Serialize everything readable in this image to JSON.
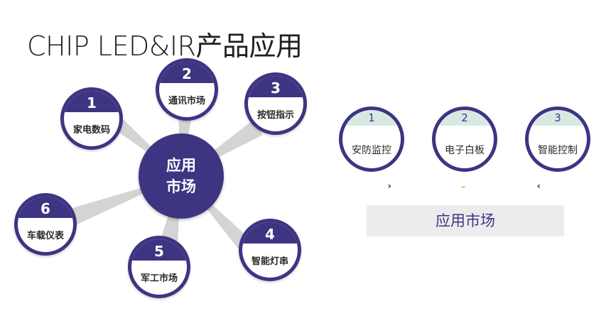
{
  "title": "CHIP LED&IR产品应用",
  "hub": {
    "center_line1": "应用",
    "center_line2": "市场",
    "spokes": [
      {
        "num": "1",
        "label": "家电数码"
      },
      {
        "num": "2",
        "label": "通讯市场"
      },
      {
        "num": "3",
        "label": "按钮指示"
      },
      {
        "num": "4",
        "label": "智能灯串"
      },
      {
        "num": "5",
        "label": "军工市场"
      },
      {
        "num": "6",
        "label": "车载仪表"
      }
    ]
  },
  "right": {
    "items": [
      {
        "num": "1",
        "label": "安防监控"
      },
      {
        "num": "2",
        "label": "电子白板"
      },
      {
        "num": "3",
        "label": "智能控制"
      }
    ],
    "market": "应用市场"
  },
  "colors": {
    "primary": "#3d3582",
    "accent": "#f0a830",
    "cap_light": "#d9e9e2",
    "spoke": "#d4d4d4"
  }
}
